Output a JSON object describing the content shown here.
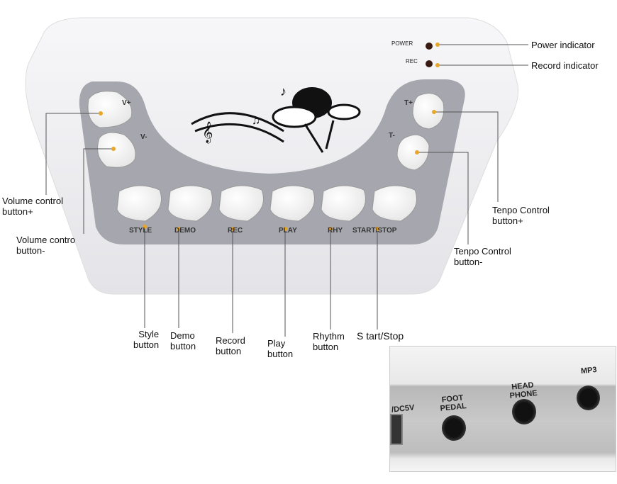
{
  "device": {
    "indicators": [
      "POWER",
      "REC"
    ],
    "top_buttons": {
      "vol_up": "V+",
      "vol_down": "V-",
      "tempo_up": "T+",
      "tempo_down": "T-"
    },
    "buttons": [
      "STYLE",
      "DEMO",
      "REC",
      "PLAY",
      "RHY",
      "START/STOP"
    ]
  },
  "callouts": {
    "power": "Power indicator",
    "record": "Record indicator",
    "vol_up": [
      "Volume control",
      "button+"
    ],
    "vol_down": [
      "Volume contro",
      "button-"
    ],
    "tempo_up": [
      "Tenpo Control",
      "button+"
    ],
    "tempo_down": [
      "Tenpo Control",
      "button-"
    ],
    "style": [
      "Style",
      "button"
    ],
    "demo": [
      "Demo",
      "button"
    ],
    "record_btn": [
      "Record",
      "button"
    ],
    "play": [
      "Play",
      "button"
    ],
    "rhythm": [
      "Rhythm",
      "button"
    ],
    "startstop": [
      "S tart/Stop"
    ]
  },
  "inset": {
    "dc": "/DC5V",
    "foot": [
      "FOOT",
      "PEDAL"
    ],
    "head": [
      "HEAD",
      "PHONE"
    ],
    "mp3": "MP3"
  },
  "colors": {
    "dot": "#e8a628",
    "panel": "#a4a4ac",
    "line": "#666666"
  }
}
